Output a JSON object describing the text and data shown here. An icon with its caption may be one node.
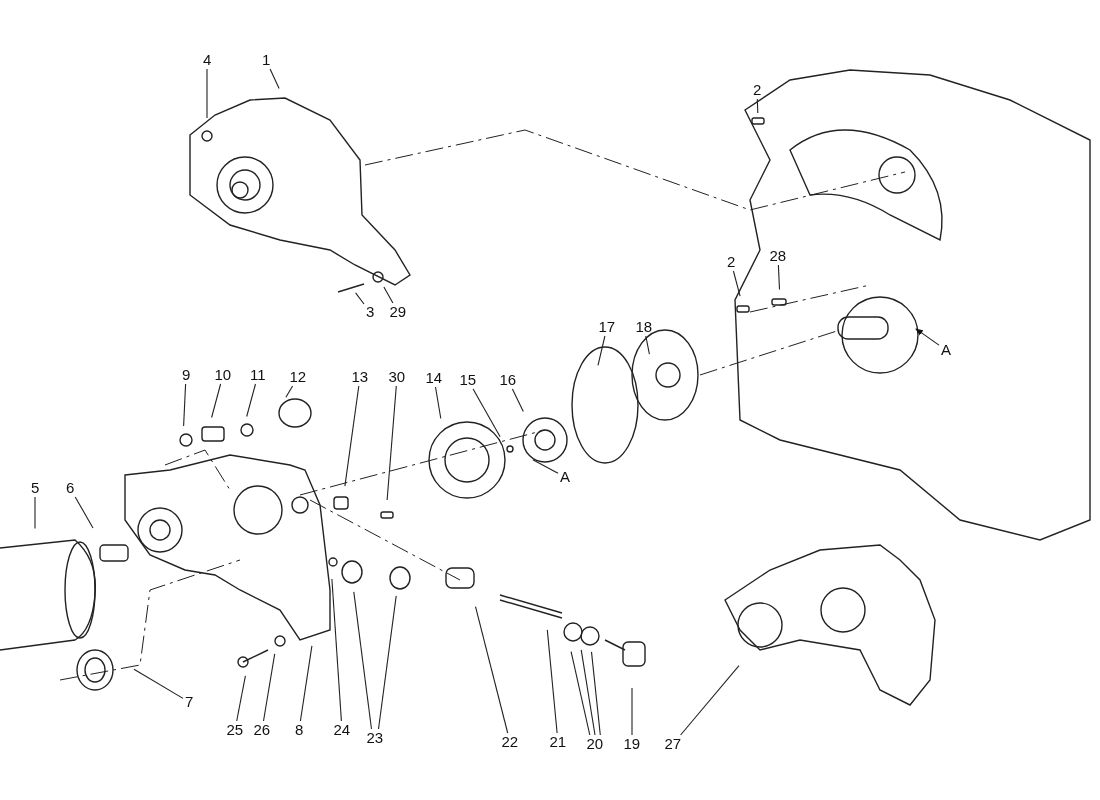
{
  "diagram": {
    "nodes": [
      {
        "text": [
          "1"
        ]
      },
      {
        "text": [
          "4"
        ]
      },
      {
        "text": [
          "3"
        ]
      },
      {
        "text": [
          "29"
        ]
      },
      {
        "text": [
          "2"
        ]
      },
      {
        "text": [
          "2"
        ]
      },
      {
        "text": [
          "28"
        ]
      },
      {
        "text": [
          "A"
        ]
      },
      {
        "text": [
          "9"
        ]
      },
      {
        "text": [
          "10"
        ]
      },
      {
        "text": [
          "11"
        ]
      },
      {
        "text": [
          "12"
        ]
      },
      {
        "text": [
          "13"
        ]
      },
      {
        "text": [
          "30"
        ]
      },
      {
        "text": [
          "14"
        ]
      },
      {
        "text": [
          "15"
        ]
      },
      {
        "text": [
          "16"
        ]
      },
      {
        "text": [
          "17"
        ]
      },
      {
        "text": [
          "18"
        ]
      },
      {
        "text": [
          "A"
        ]
      },
      {
        "text": [
          "5"
        ]
      },
      {
        "text": [
          "6"
        ]
      },
      {
        "text": [
          "7"
        ]
      },
      {
        "text": [
          "25"
        ]
      },
      {
        "text": [
          "26"
        ]
      },
      {
        "text": [
          "8"
        ]
      },
      {
        "text": [
          "24"
        ]
      },
      {
        "text": [
          "23"
        ]
      },
      {
        "text": [
          "22"
        ]
      },
      {
        "text": [
          "21"
        ]
      },
      {
        "text": [
          "20"
        ]
      },
      {
        "text": [
          "19"
        ]
      },
      {
        "text": [
          "27"
        ]
      }
    ],
    "edges": [
      {
        "from": 0,
        "to": null,
        "arrow": "none"
      },
      {
        "from": 1,
        "to": null,
        "arrow": "none"
      },
      {
        "from": 2,
        "to": null,
        "arrow": "none"
      },
      {
        "from": 3,
        "to": null,
        "arrow": "none"
      },
      {
        "from": 4,
        "to": null,
        "arrow": "none"
      },
      {
        "from": 5,
        "to": null,
        "arrow": "none"
      },
      {
        "from": 6,
        "to": null,
        "arrow": "none"
      },
      {
        "from": 7,
        "to": null,
        "arrow": "to"
      },
      {
        "from": 8,
        "to": null,
        "arrow": "none"
      },
      {
        "from": 9,
        "to": null,
        "arrow": "none"
      },
      {
        "from": 10,
        "to": null,
        "arrow": "none"
      },
      {
        "from": 11,
        "to": null,
        "arrow": "none"
      },
      {
        "from": 12,
        "to": null,
        "arrow": "none"
      },
      {
        "from": 13,
        "to": null,
        "arrow": "none"
      },
      {
        "from": 14,
        "to": null,
        "arrow": "none"
      },
      {
        "from": 15,
        "to": null,
        "arrow": "none"
      },
      {
        "from": 16,
        "to": null,
        "arrow": "none"
      },
      {
        "from": 17,
        "to": null,
        "arrow": "none"
      },
      {
        "from": 18,
        "to": null,
        "arrow": "none"
      },
      {
        "from": 19,
        "to": null,
        "arrow": "none"
      },
      {
        "from": 20,
        "to": null,
        "arrow": "none"
      },
      {
        "from": 21,
        "to": null,
        "arrow": "none"
      },
      {
        "from": 22,
        "to": null,
        "arrow": "none"
      },
      {
        "from": 23,
        "to": null,
        "arrow": "none"
      },
      {
        "from": 24,
        "to": null,
        "arrow": "none"
      },
      {
        "from": 25,
        "to": null,
        "arrow": "none"
      },
      {
        "from": 26,
        "to": null,
        "arrow": "none"
      },
      {
        "from": 27,
        "to": null,
        "arrow": "none"
      },
      {
        "from": 27,
        "to": null,
        "arrow": "none"
      },
      {
        "from": 28,
        "to": null,
        "arrow": "none"
      },
      {
        "from": 29,
        "to": null,
        "arrow": "none"
      },
      {
        "from": 30,
        "to": null,
        "arrow": "none"
      },
      {
        "from": 30,
        "to": null,
        "arrow": "none"
      },
      {
        "from": 30,
        "to": null,
        "arrow": "none"
      },
      {
        "from": 31,
        "to": null,
        "arrow": "none"
      },
      {
        "from": 32,
        "to": null,
        "arrow": "none"
      }
    ]
  }
}
